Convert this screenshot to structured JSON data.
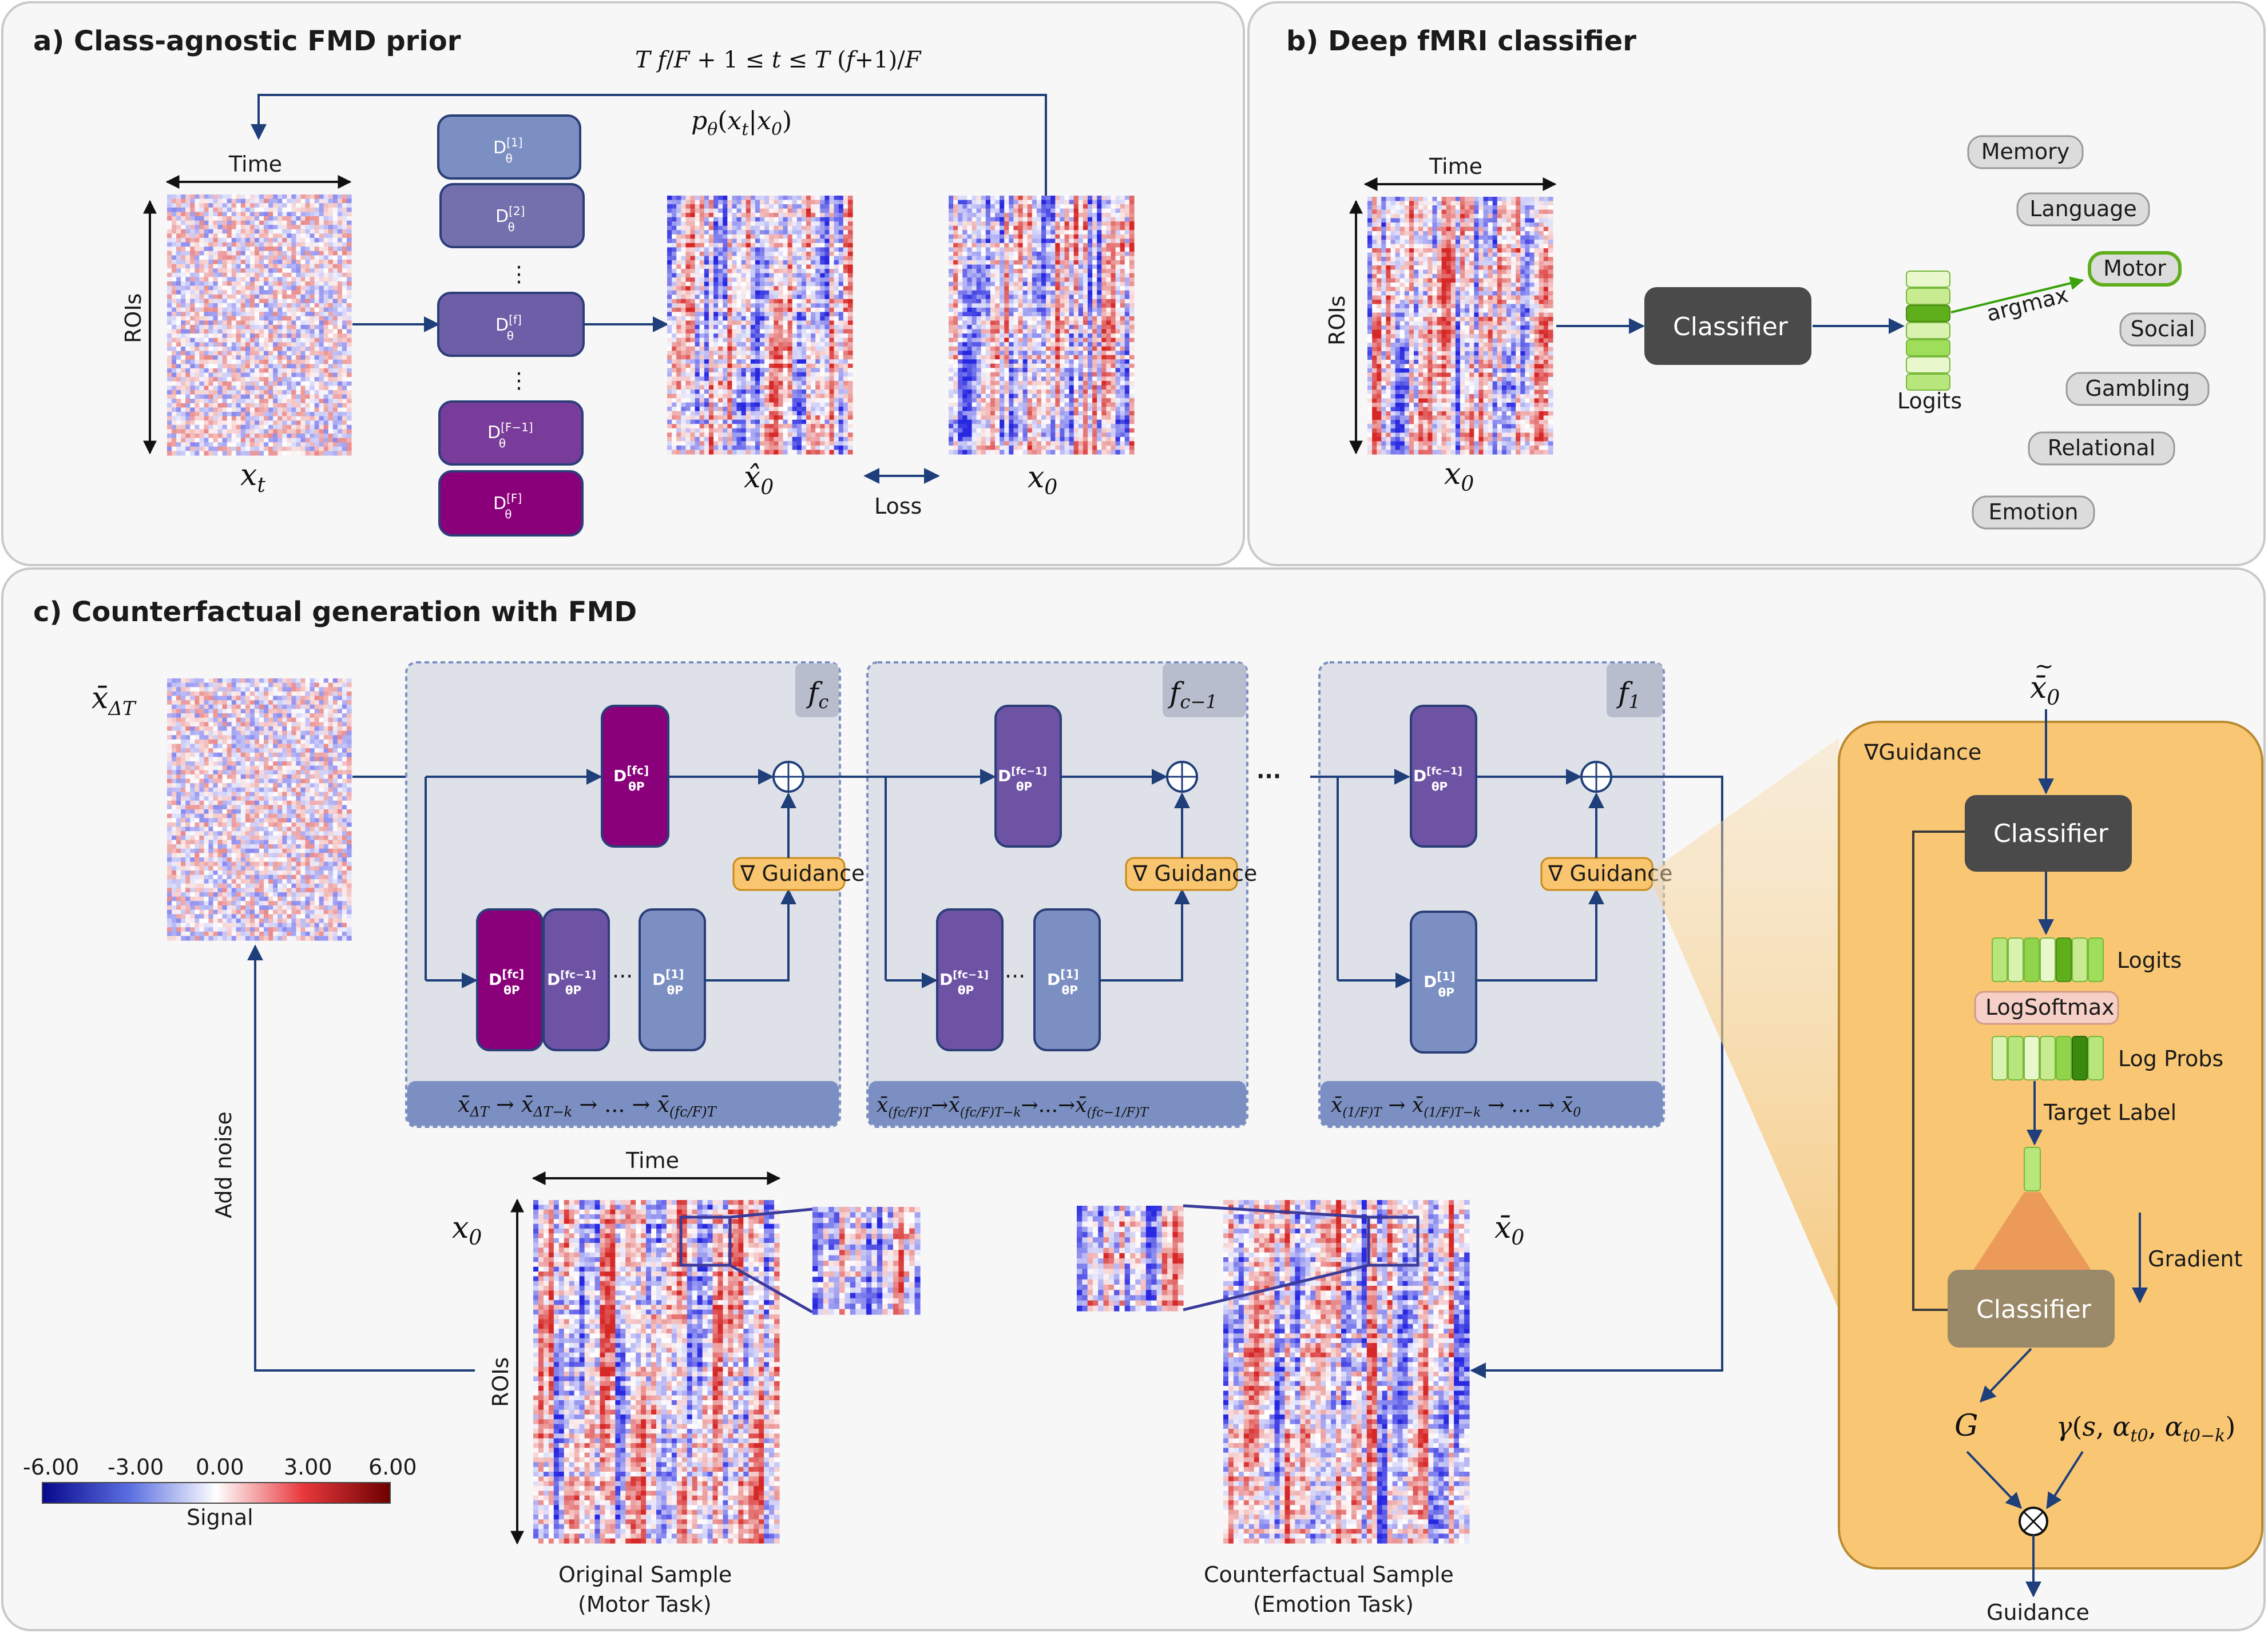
{
  "panels": {
    "a": {
      "title": "a) Class-agnostic FMD prior",
      "time_label": "Time",
      "rois_label": "ROIs",
      "input_var": "x_t",
      "pred_var": "x̂_0",
      "target_var": "x_0",
      "loss_label": "Loss",
      "cond_label": "T f/F + 1 ≤ t ≤ T (f+1)/F",
      "prob_label": "p_θ(x_t | x_0)",
      "denoisers": [
        "D_θ^[1]",
        "D_θ^[2]",
        "D_θ^[f]",
        "D_θ^[F−1]",
        "D_θ^[F]"
      ],
      "dots": "⋮"
    },
    "b": {
      "title": "b) Deep fMRI classifier",
      "time_label": "Time",
      "rois_label": "ROIs",
      "input_var": "x_0",
      "classifier_label": "Classifier",
      "logits_label": "Logits",
      "argmax_label": "argmax",
      "tasks": [
        "Memory",
        "Language",
        "Motor",
        "Social",
        "Gambling",
        "Relational",
        "Emotion"
      ],
      "selected_task": "Motor"
    },
    "c": {
      "title": "c) Counterfactual generation with FMD",
      "input_var": "x̄_ΔT",
      "add_noise_label": "Add noise",
      "segments": [
        {
          "tag": "f_c",
          "top_denoiser": "D_θP^[f_c]",
          "bottom_denoisers": [
            "D_θP^[f_c]",
            "D_θP^[f_c−1]",
            "D_θP^[1]"
          ],
          "guidance": "∇ Guidance",
          "schedule": "x̄_ΔT → x̄_ΔT−k → ... → x̄_(f_c/F)T"
        },
        {
          "tag": "f_c−1",
          "top_denoiser": "D_θP^[f_c−1]",
          "bottom_denoisers": [
            "D_θP^[f_c−1]",
            "D_θP^[1]"
          ],
          "guidance": "∇ Guidance",
          "schedule": "x̄_(f_c/F)T → x̄_(f_c/F)T−k → ... → x̄_(f_c−1/F)T"
        },
        {
          "tag": "f_1",
          "top_denoiser": "D_θP^[f_c−1]",
          "bottom_denoisers": [
            "D_θP^[1]"
          ],
          "guidance": "∇ Guidance",
          "schedule": "x̄_(1/F)T → x̄_(1/F)T−k → ... → x̄_0"
        }
      ],
      "ellipsis": "···",
      "original": {
        "var": "x_0",
        "time_label": "Time",
        "rois_label": "ROIs",
        "caption_line1": "Original Sample",
        "caption_line2": "(Motor Task)"
      },
      "counterfactual": {
        "var": "x̄_0",
        "caption_line1": "Counterfactual Sample",
        "caption_line2": "(Emotion Task)"
      },
      "colorbar": {
        "ticks": [
          "-6.00",
          "-3.00",
          "0.00",
          "3.00",
          "6.00"
        ],
        "label": "Signal",
        "low_color": "#08088c",
        "mid_color": "#ffffff",
        "high_color": "#6e0000"
      }
    },
    "guidance": {
      "title": "∇Guidance",
      "input_var": "x̃̄_0",
      "classifier_label": "Classifier",
      "logits_label": "Logits",
      "logsoftmax_label": "LogSoftmax",
      "logprobs_label": "Log Probs",
      "target_label": "Target Label",
      "gradient_label": "Gradient",
      "classifier2_label": "Classifier",
      "g_var": "G",
      "gamma_label": "γ(s, α_t0, α_t0−k)",
      "output_label": "Guidance"
    }
  },
  "colors": {
    "arrow": "#1f3f7a",
    "panel_bg": "#f7f7f7",
    "denoiser_light": "#7b8fc2",
    "denoiser_mid": "#6f5aa6",
    "denoiser_dark": "#8a007a",
    "guidance_orange": "#f9c56e",
    "classifier_dark": "#4a4a4a",
    "classifier_tan": "#9a8a6a",
    "logit_green": "#9fde5a"
  }
}
